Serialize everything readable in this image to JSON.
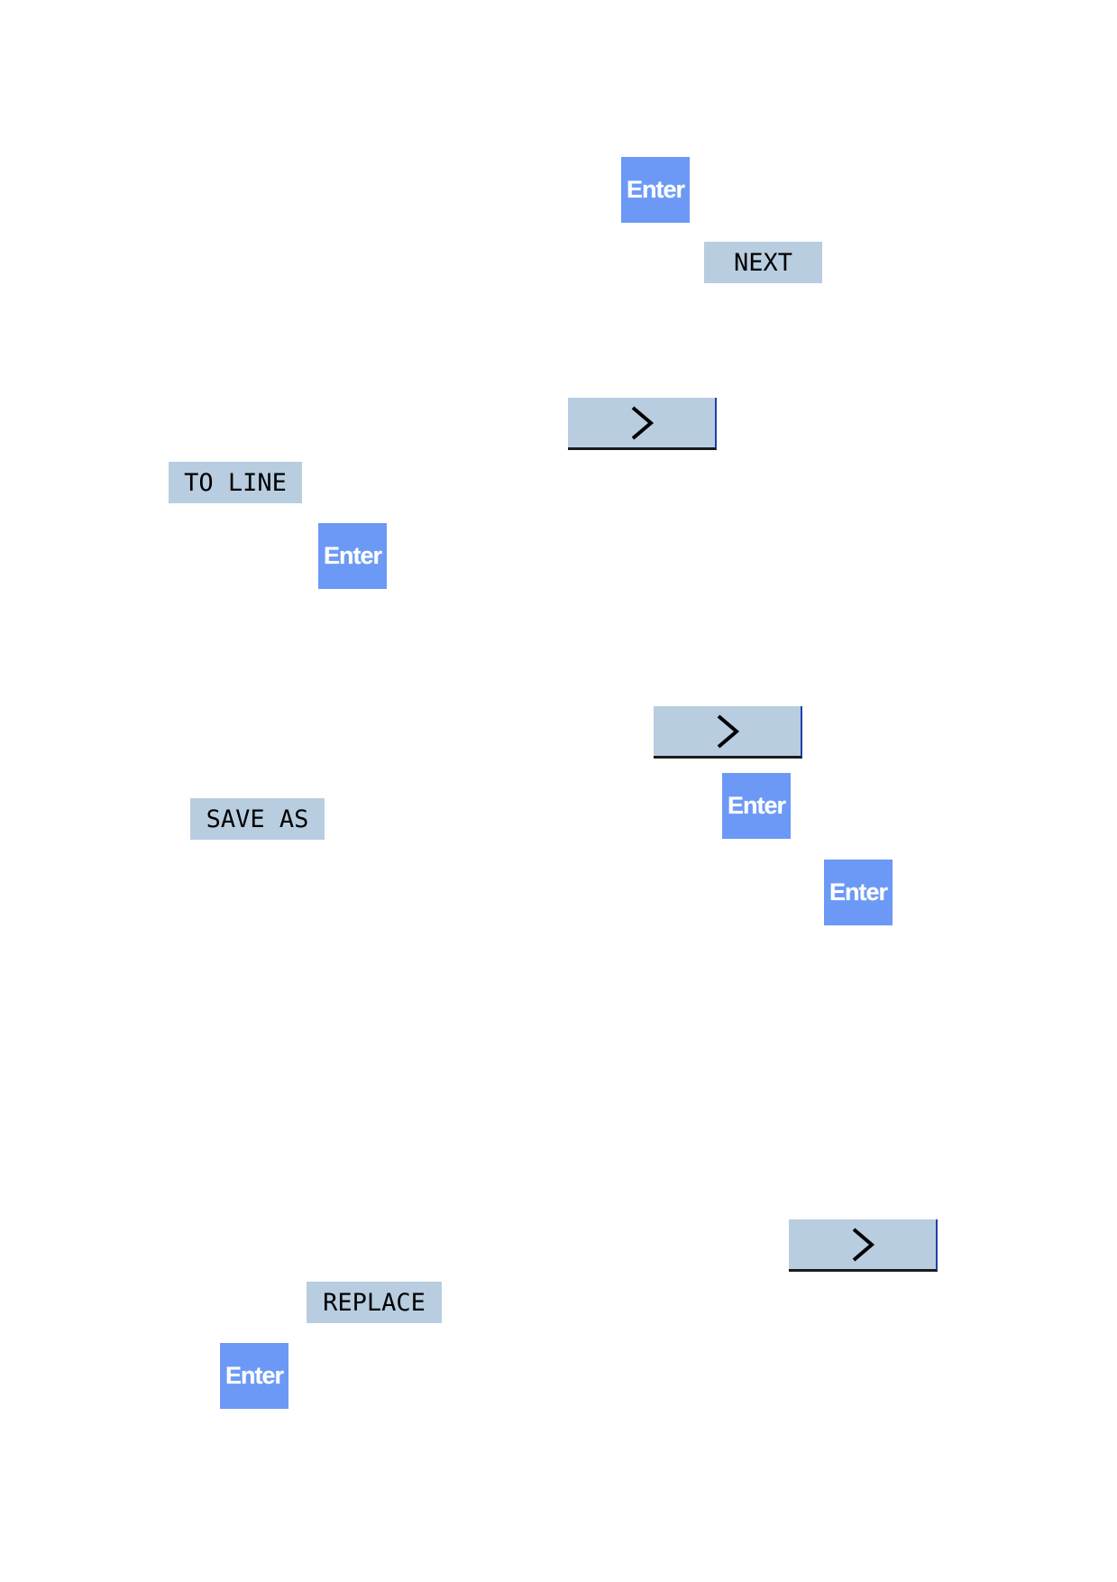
{
  "keys": {
    "enter_label": "Enter",
    "next_label": "NEXT",
    "to_line_label": "TO LINE",
    "save_as_label": "SAVE AS",
    "replace_label": "REPLACE",
    "right_arrow_icon": "chevron-right-icon"
  },
  "colors": {
    "enter_key_bg": "#6b99f5",
    "softkey_bg": "#b8cde0"
  }
}
